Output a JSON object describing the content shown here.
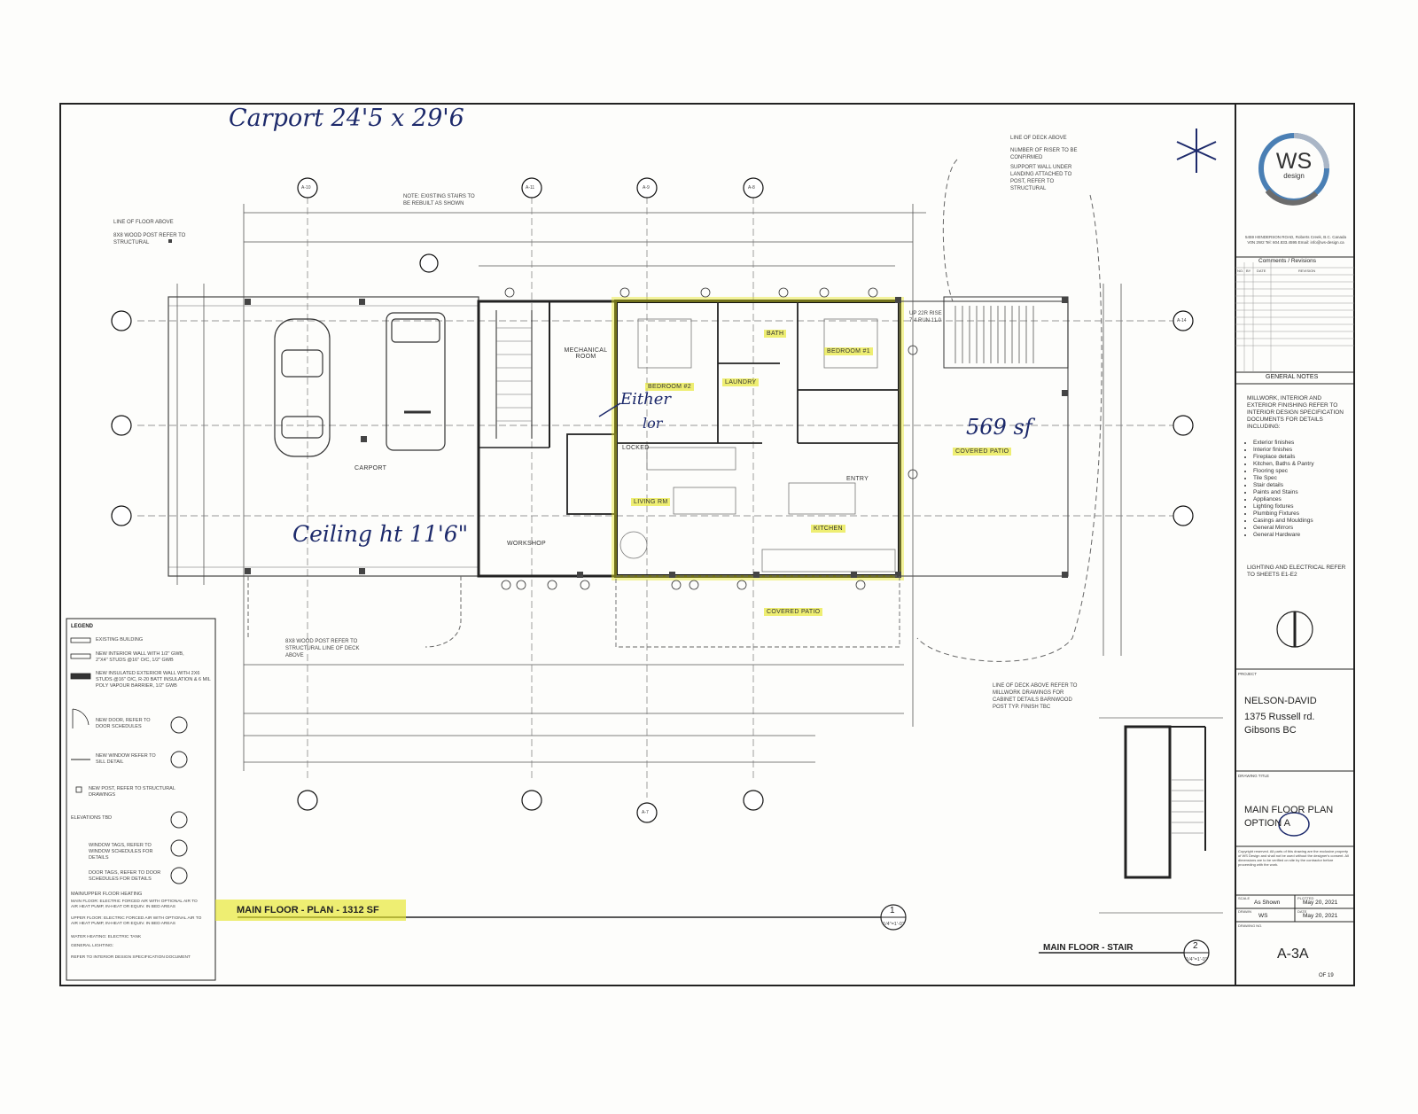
{
  "annotations": {
    "carport_note": "Carport 24'5 x 29'6",
    "ceiling_note": "Ceiling ht 11'6\"",
    "either_note_1": "Either",
    "either_note_2": "lor",
    "patio_area": "569 sf"
  },
  "rooms": {
    "carport": "CARPORT",
    "workshop": "WORKSHOP",
    "mechanical": "MECHANICAL ROOM",
    "bedroom2": "BEDROOM #2",
    "bedroom1": "BEDROOM #1",
    "bath": "BATH",
    "laundry": "LAUNDRY",
    "living": "LIVING RM",
    "kitchen": "KITCHEN",
    "entry": "ENTRY",
    "covered_patio_east": "COVERED PATIO",
    "covered_patio_south": "COVERED PATIO",
    "locked": "LOCKED"
  },
  "plan_notes": {
    "line_of_floor_above": "LINE OF FLOOR ABOVE",
    "post_note": "8X8 WOOD POST REFER TO STRUCTURAL",
    "deck_above": "LINE OF DECK ABOVE",
    "risers_note": "NUMBER OF RISER TO BE CONFIRMED",
    "support_wall": "SUPPORT WALL UNDER LANDING ATTACHED TO POST, REFER TO STRUCTURAL",
    "up_note": "UP 22R RISE 7.4 RUN 11.0",
    "existing_stairs": "NOTE: EXISTING STAIRS TO BE REBUILT AS SHOWN",
    "south_post": "8X8 WOOD POST REFER TO STRUCTURAL LINE OF DECK ABOVE",
    "millwork_ref": "LINE OF DECK ABOVE REFER TO MILLWORK DRAWINGS FOR CABINET DETAILS BARNWOOD POST TYP. FINISH TBC"
  },
  "drawing_labels": {
    "main_plan": "MAIN FLOOR - PLAN - 1312 SF",
    "main_plan_num": "1",
    "main_plan_scale": "1/4\"=1'-0\"",
    "stair_plan": "MAIN FLOOR - STAIR",
    "stair_plan_num": "2",
    "stair_scale": "1/4\"=1'-0\""
  },
  "legend": {
    "title": "LEGEND",
    "items": [
      "EXISTING BUILDING",
      "NEW INTERIOR WALL WITH 1/2\" GWB, 2\"X4\" STUDS @16\" O/C, 1/2\" GWB",
      "NEW INSULATED EXTERIOR WALL WITH 2X6 STUDS @16\" O/C, R-20 BATT INSULATION & 6 MIL POLY VAPOUR BARRIER, 1/2\" GWB",
      "NEW DOOR, REFER TO DOOR SCHEDULES",
      "NEW WINDOW REFER TO SILL DETAIL",
      "NEW POST, REFER TO STRUCTURAL DRAWINGS",
      "ELEVATIONS TBD",
      "WINDOW TAGS, REFER TO WINDOW SCHEDULES FOR DETAILS",
      "DOOR TAGS, REFER TO DOOR SCHEDULES FOR DETAILS",
      "MAIN/UPPER FLOOR HEATING",
      "MAIN FLOOR: ELECTRIC FORCED AIR WITH OPTIONAL AIR TO AIR HEAT PUMP, IN-HEAT OR EQUIV. IN BED AREAS",
      "UPPER FLOOR: ELECTRIC FORCED AIR WITH OPTIONAL AIR TO AIR HEAT PUMP, IN-HEAT OR EQUIV. IN BED AREAS",
      "WATER HEATING: ELECTRIC TANK",
      "GENERAL LIGHTING:",
      "REFER TO INTERIOR DESIGN SPECIFICATION DOCUMENT"
    ]
  },
  "title_block": {
    "logo_text": "WS",
    "logo_sub": "design",
    "firm_address": "5459 HENDERSON ROAD, Roberts Creek, B.C. Canada V0N 2W2 Tel: 604.833.4595 Email: info@ws-design.ca",
    "revisions_title": "Comments / Revisions",
    "revisions_headers": [
      "NO.",
      "BY",
      "DATE",
      "REVISION"
    ],
    "general_notes_title": "GENERAL NOTES",
    "general_notes_intro": "MILLWORK, INTERIOR AND EXTERIOR FINISHING REFER TO INTERIOR DESIGN SPECIFICATION DOCUMENTS FOR DETAILS INCLUDING:",
    "general_notes_items": [
      "Exterior finishes",
      "Interior finishes",
      "Fireplace details",
      "Kitchen, Baths & Pantry",
      "Flooring spec",
      "Tile Spec",
      "Stair details",
      "Paints and Stains",
      "Appliances",
      "Lighting fixtures",
      "Plumbing Fixtures",
      "Casings and Mouldings",
      "General Mirrors",
      "General Hardware"
    ],
    "lighting_note": "LIGHTING AND ELECTRICAL REFER TO SHEETS E1-E2",
    "project_label": "PROJECT",
    "project_name": "NELSON-DAVID",
    "project_addr1": "1375 Russell rd.",
    "project_addr2": "Gibsons BC",
    "drawing_title_label": "DRAWING TITLE",
    "drawing_title_1": "MAIN FLOOR PLAN",
    "drawing_title_2": "OPTION A",
    "copyright": "Copyright reserved. All parts of this drawing are the exclusive property of WS Design and shall not be used without the designer's consent. All dimensions are to be verified on site by the contractor before proceeding with the work.",
    "scale_label": "SCALE",
    "scale_value": "As Shown",
    "plotted_label": "PLOTTED",
    "plotted_value": "May 20, 2021",
    "drawn_label": "DRAWN",
    "drawn_value": "WS",
    "date_label": "DATE",
    "date_value": "May 20, 2021",
    "drawing_no_label": "DRAWING NO.",
    "drawing_no": "A-3A",
    "of_label": "OF 19"
  },
  "grid_tags": [
    "A-10",
    "A-11",
    "A-9",
    "A-8",
    "A-14",
    "A-7"
  ],
  "colors": {
    "highlight": "#e6e628",
    "ink": "#1d2a6b",
    "line": "#333333"
  }
}
